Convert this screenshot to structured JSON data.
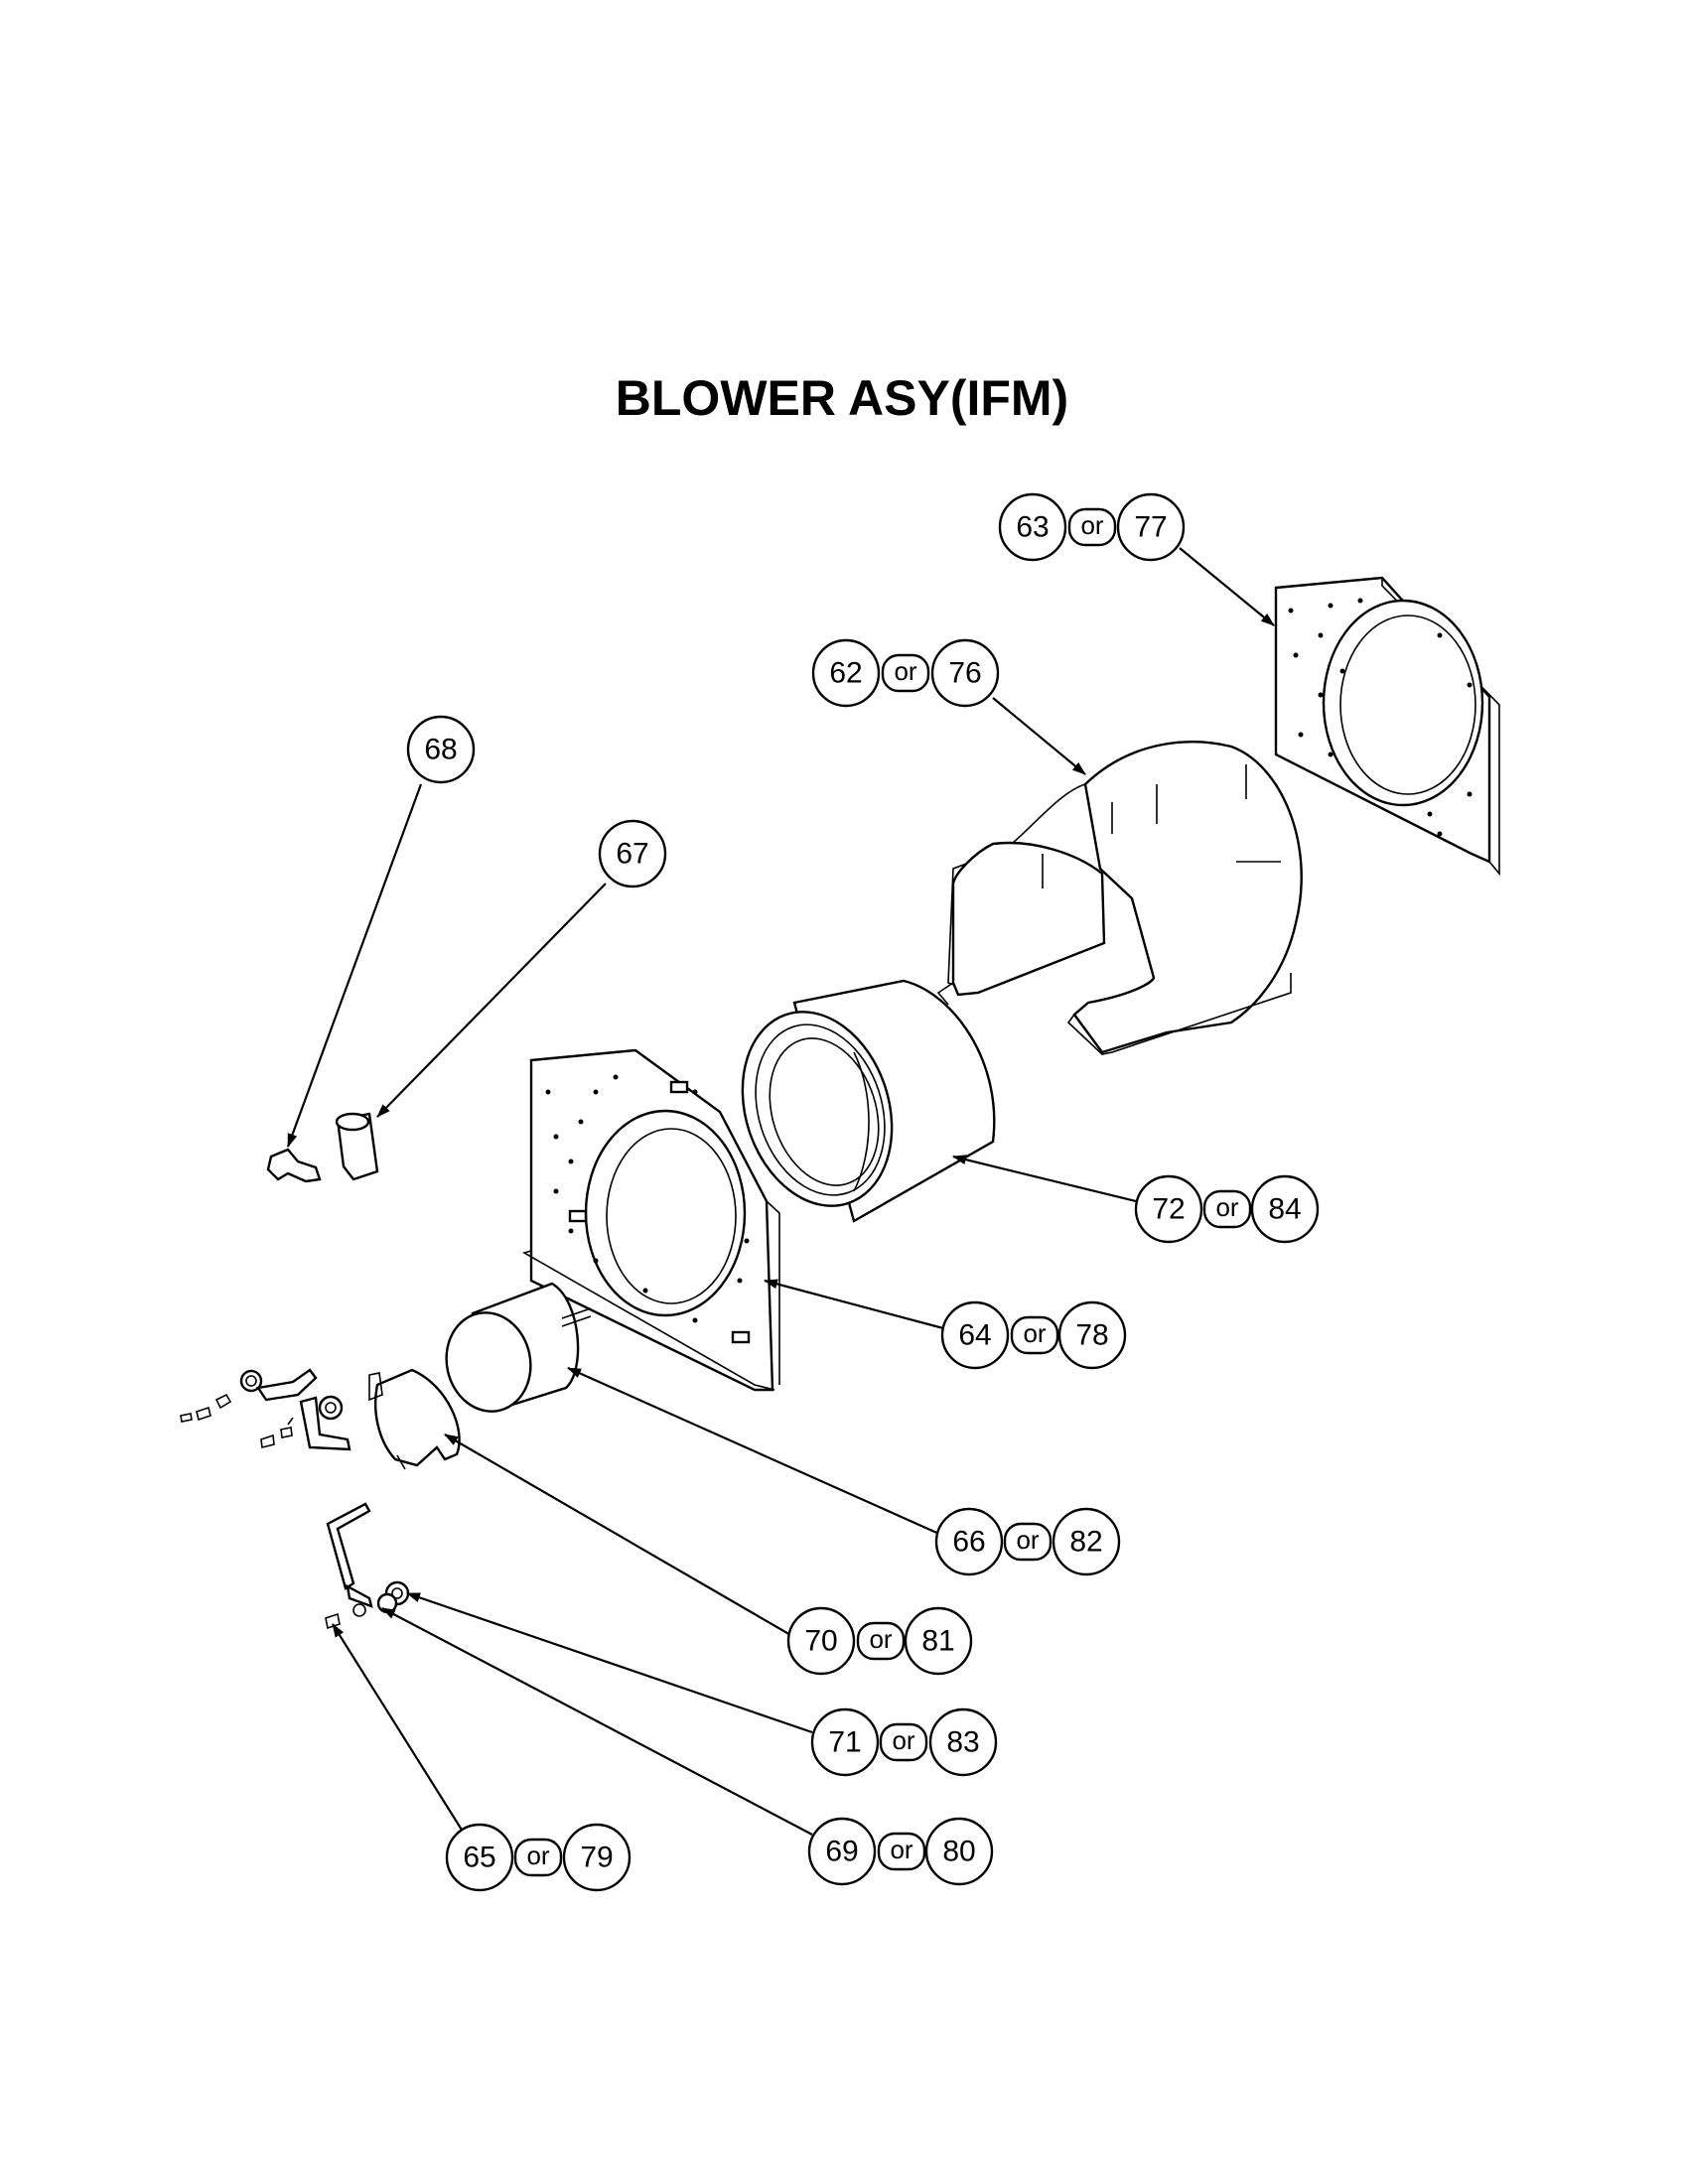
{
  "title": "BLOWER ASY(IFM)",
  "callouts": [
    {
      "id": "c-63",
      "numbers": [
        "63",
        "77"
      ],
      "connector": "or"
    },
    {
      "id": "c-62",
      "numbers": [
        "62",
        "76"
      ],
      "connector": "or"
    },
    {
      "id": "c-68",
      "numbers": [
        "68"
      ]
    },
    {
      "id": "c-67",
      "numbers": [
        "67"
      ]
    },
    {
      "id": "c-72",
      "numbers": [
        "72",
        "84"
      ],
      "connector": "or"
    },
    {
      "id": "c-64",
      "numbers": [
        "64",
        "78"
      ],
      "connector": "or"
    },
    {
      "id": "c-66",
      "numbers": [
        "66",
        "82"
      ],
      "connector": "or"
    },
    {
      "id": "c-70",
      "numbers": [
        "70",
        "81"
      ],
      "connector": "or"
    },
    {
      "id": "c-71",
      "numbers": [
        "71",
        "83"
      ],
      "connector": "or"
    },
    {
      "id": "c-69",
      "numbers": [
        "69",
        "80"
      ],
      "connector": "or"
    },
    {
      "id": "c-65",
      "numbers": [
        "65",
        "79"
      ],
      "connector": "or"
    }
  ]
}
